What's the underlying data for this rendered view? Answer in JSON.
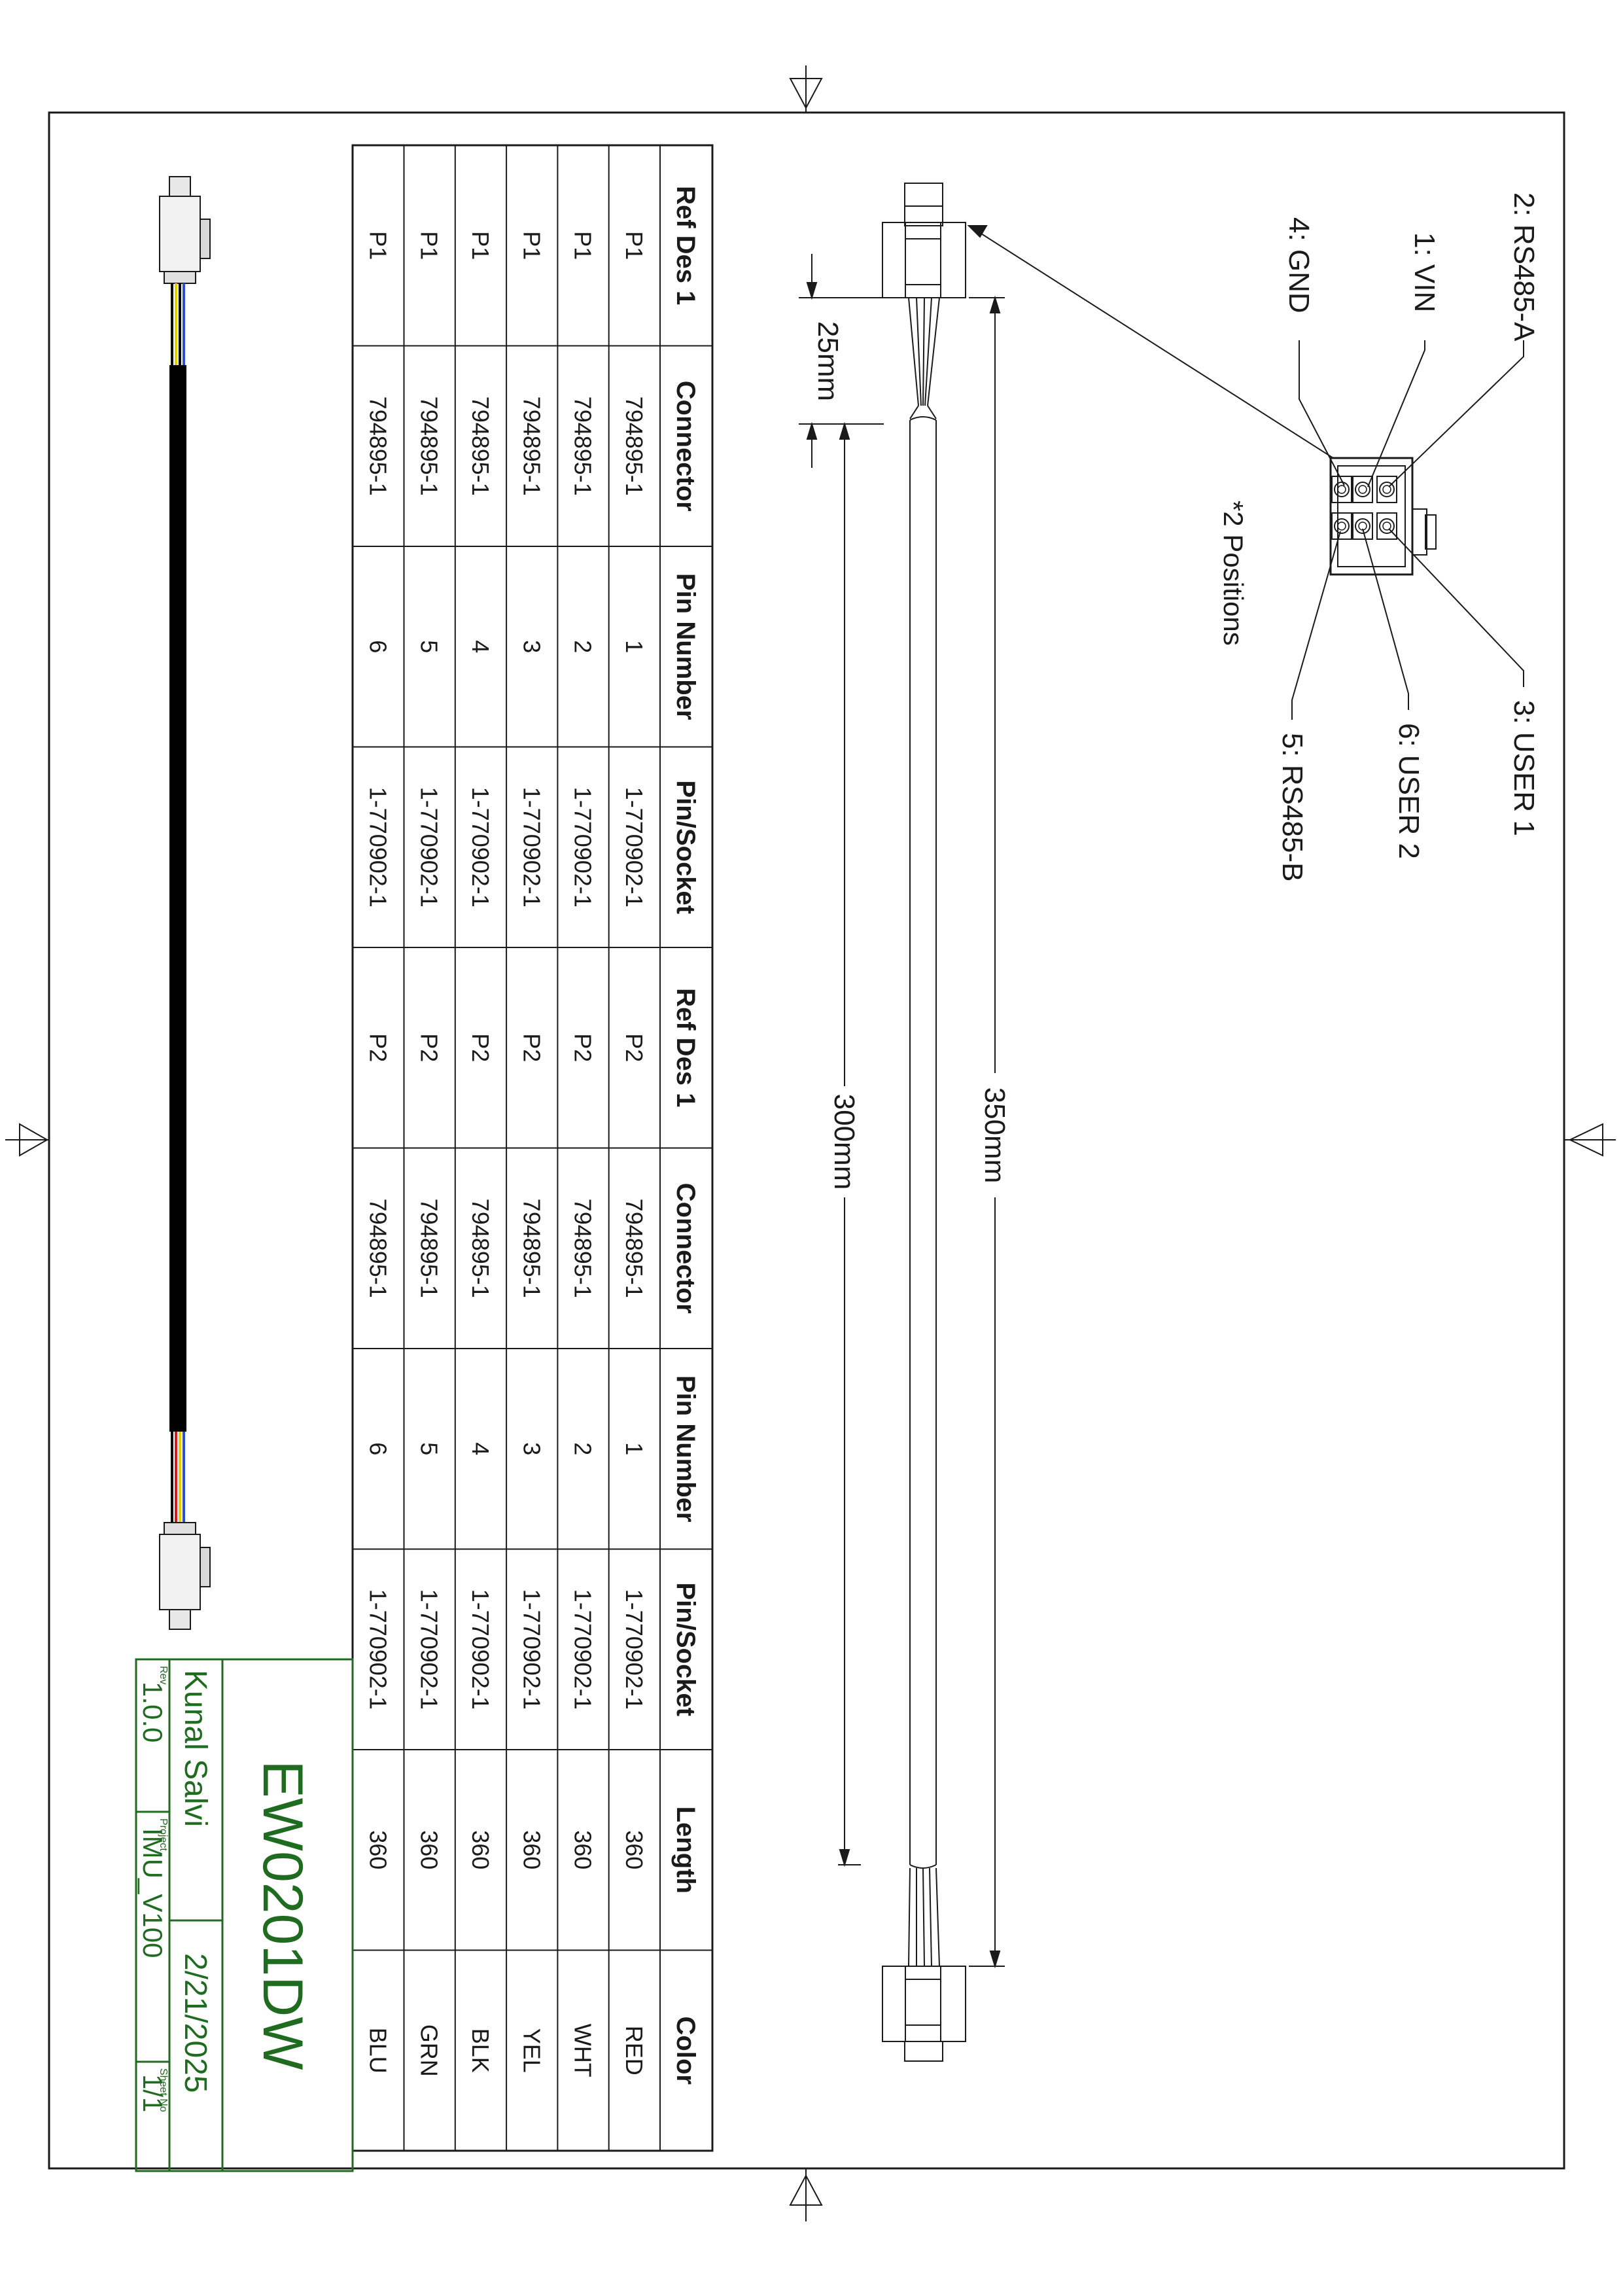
{
  "pinout": {
    "pins": [
      "2: RS485-A",
      "1: VIN",
      "4: GND",
      "3: USER 1",
      "6: USER 2",
      "5: RS485-B"
    ],
    "note": "*2 Positions"
  },
  "dimensions": {
    "overall": "350mm",
    "cable": "300mm",
    "breakout": "25mm"
  },
  "table": {
    "headers": [
      "Ref Des 1",
      "Connector",
      "Pin Number",
      "Pin/Socket",
      "Ref Des 1",
      "Connector",
      "Pin Number",
      "Pin/Socket",
      "Length",
      "Color"
    ],
    "rows": [
      [
        "P1",
        "794895-1",
        "1",
        "1-770902-1",
        "P2",
        "794895-1",
        "1",
        "1-770902-1",
        "360",
        "RED"
      ],
      [
        "P1",
        "794895-1",
        "2",
        "1-770902-1",
        "P2",
        "794895-1",
        "2",
        "1-770902-1",
        "360",
        "WHT"
      ],
      [
        "P1",
        "794895-1",
        "3",
        "1-770902-1",
        "P2",
        "794895-1",
        "3",
        "1-770902-1",
        "360",
        "YEL"
      ],
      [
        "P1",
        "794895-1",
        "4",
        "1-770902-1",
        "P2",
        "794895-1",
        "4",
        "1-770902-1",
        "360",
        "BLK"
      ],
      [
        "P1",
        "794895-1",
        "5",
        "1-770902-1",
        "P2",
        "794895-1",
        "5",
        "1-770902-1",
        "360",
        "GRN"
      ],
      [
        "P1",
        "794895-1",
        "6",
        "1-770902-1",
        "P2",
        "794895-1",
        "6",
        "1-770902-1",
        "360",
        "BLU"
      ]
    ]
  },
  "title_block": {
    "title": "EW0201DW",
    "author": "Kunal Salvi",
    "date": "2/21/2025",
    "rev_label": "Rev",
    "rev": "1.0.0",
    "project_label": "Project",
    "project": "IMU_V100",
    "sheet_label": "Sheet No",
    "sheet": "1/1"
  },
  "colors": {
    "title_block": "#1f6b1f",
    "wire_blue": "#2b4fd6",
    "wire_yellow": "#e3d000",
    "wire_red": "#d41a1a",
    "cable_jacket": "#000000"
  }
}
